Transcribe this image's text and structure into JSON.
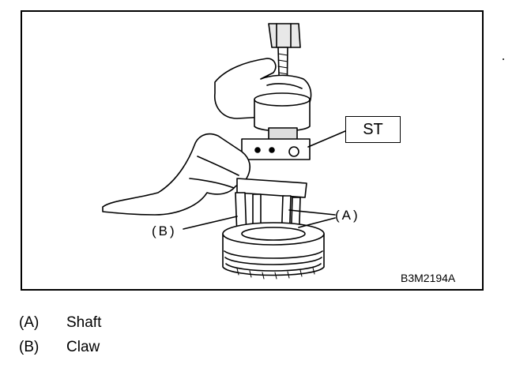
{
  "figure": {
    "callout_st": "ST",
    "callout_b": "(B)",
    "callout_a": "(A)",
    "figure_id": "B3M2194A"
  },
  "legend": [
    {
      "key": "(A)",
      "text": "Shaft"
    },
    {
      "key": "(B)",
      "text": "Claw"
    }
  ]
}
